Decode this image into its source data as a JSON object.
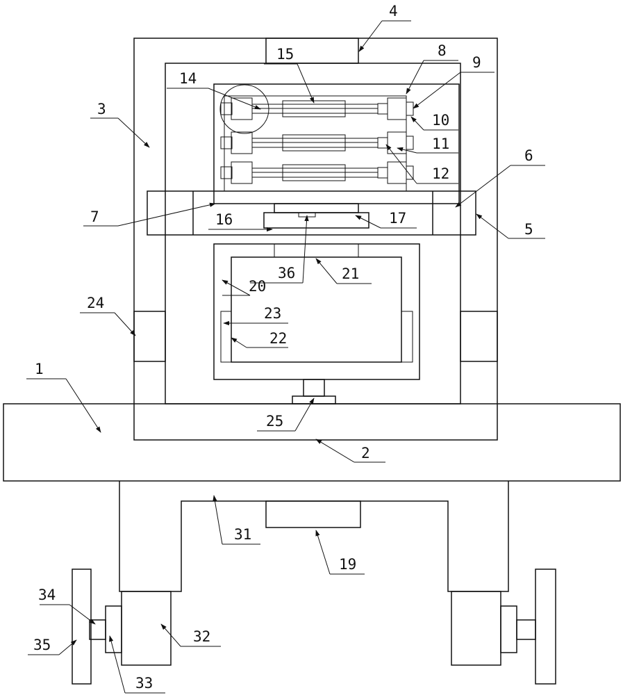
{
  "labels": {
    "l1": "1",
    "l2": "2",
    "l3": "3",
    "l4": "4",
    "l5": "5",
    "l6": "6",
    "l7": "7",
    "l8": "8",
    "l9": "9",
    "l10": "10",
    "l11": "11",
    "l12": "12",
    "l14": "14",
    "l15": "15",
    "l16": "16",
    "l17": "17",
    "l19": "19",
    "l20": "20",
    "l21": "21",
    "l22": "22",
    "l23": "23",
    "l24": "24",
    "l25": "25",
    "l31": "31",
    "l32": "32",
    "l33": "33",
    "l34": "34",
    "l35": "35",
    "l36": "36"
  }
}
